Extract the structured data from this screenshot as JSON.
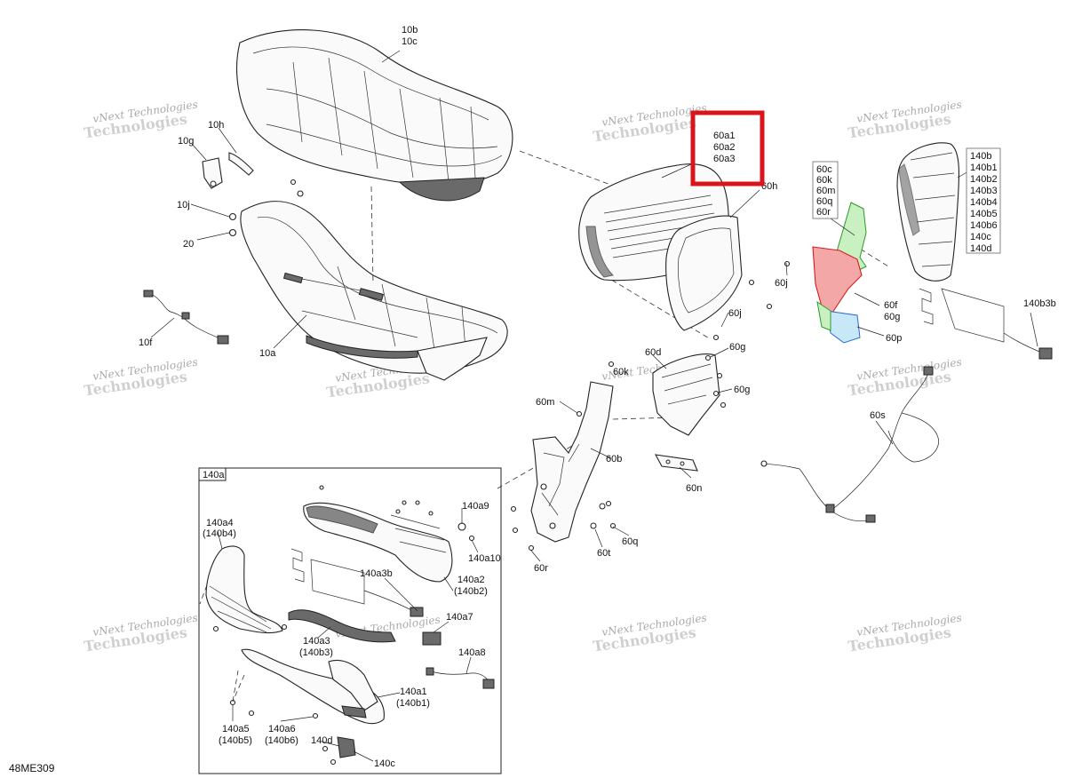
{
  "diagram_code": "48ME309",
  "watermark": {
    "line1": "vNext Technologies",
    "line2": "Technologies"
  },
  "inset_title": "140a",
  "highlight": {
    "color": "#d9141b",
    "lines": [
      "60a1",
      "60a2",
      "60a3"
    ]
  },
  "labels": {
    "l10b": "10b",
    "l10c": "10c",
    "l10h": "10h",
    "l10g": "10g",
    "l10j": "10j",
    "l20": "20",
    "l10f": "10f",
    "l10a": "10a",
    "l60h": "60h",
    "l60j_1": "60j",
    "l60j_2": "60j",
    "l60f": "60f",
    "l60g": "60g",
    "l60p": "60p",
    "l140b3b": "140b3b",
    "l60d": "60d",
    "l60g_1": "60g",
    "l60g_2": "60g",
    "l60k": "60k",
    "l60m": "60m",
    "l60b": "60b",
    "l60n": "60n",
    "l60s": "60s",
    "l60t": "60t",
    "l60q": "60q",
    "l60r": "60r",
    "l140a9": "140a9",
    "l140a10": "140a10",
    "l140a4": "140a4",
    "l140b4": "(140b4)",
    "l140a3b": "140a3b",
    "l140a2": "140a2",
    "l140b2": "(140b2)",
    "l140a7": "140a7",
    "l140a3": "140a3",
    "l140b3": "(140b3)",
    "l140a8": "140a8",
    "l140a1": "140a1",
    "l140b1": "(140b1)",
    "l140a5": "140a5",
    "l140b5": "(140b5)",
    "l140a6": "140a6",
    "l140b6": "(140b6)",
    "l140d": "140d",
    "l140c": "140c"
  },
  "list_60": [
    "60c",
    "60k",
    "60m",
    "60q",
    "60r"
  ],
  "list_140b": [
    "140b",
    "140b1",
    "140b2",
    "140b3",
    "140b4",
    "140b5",
    "140b6",
    "140c",
    "140d"
  ]
}
